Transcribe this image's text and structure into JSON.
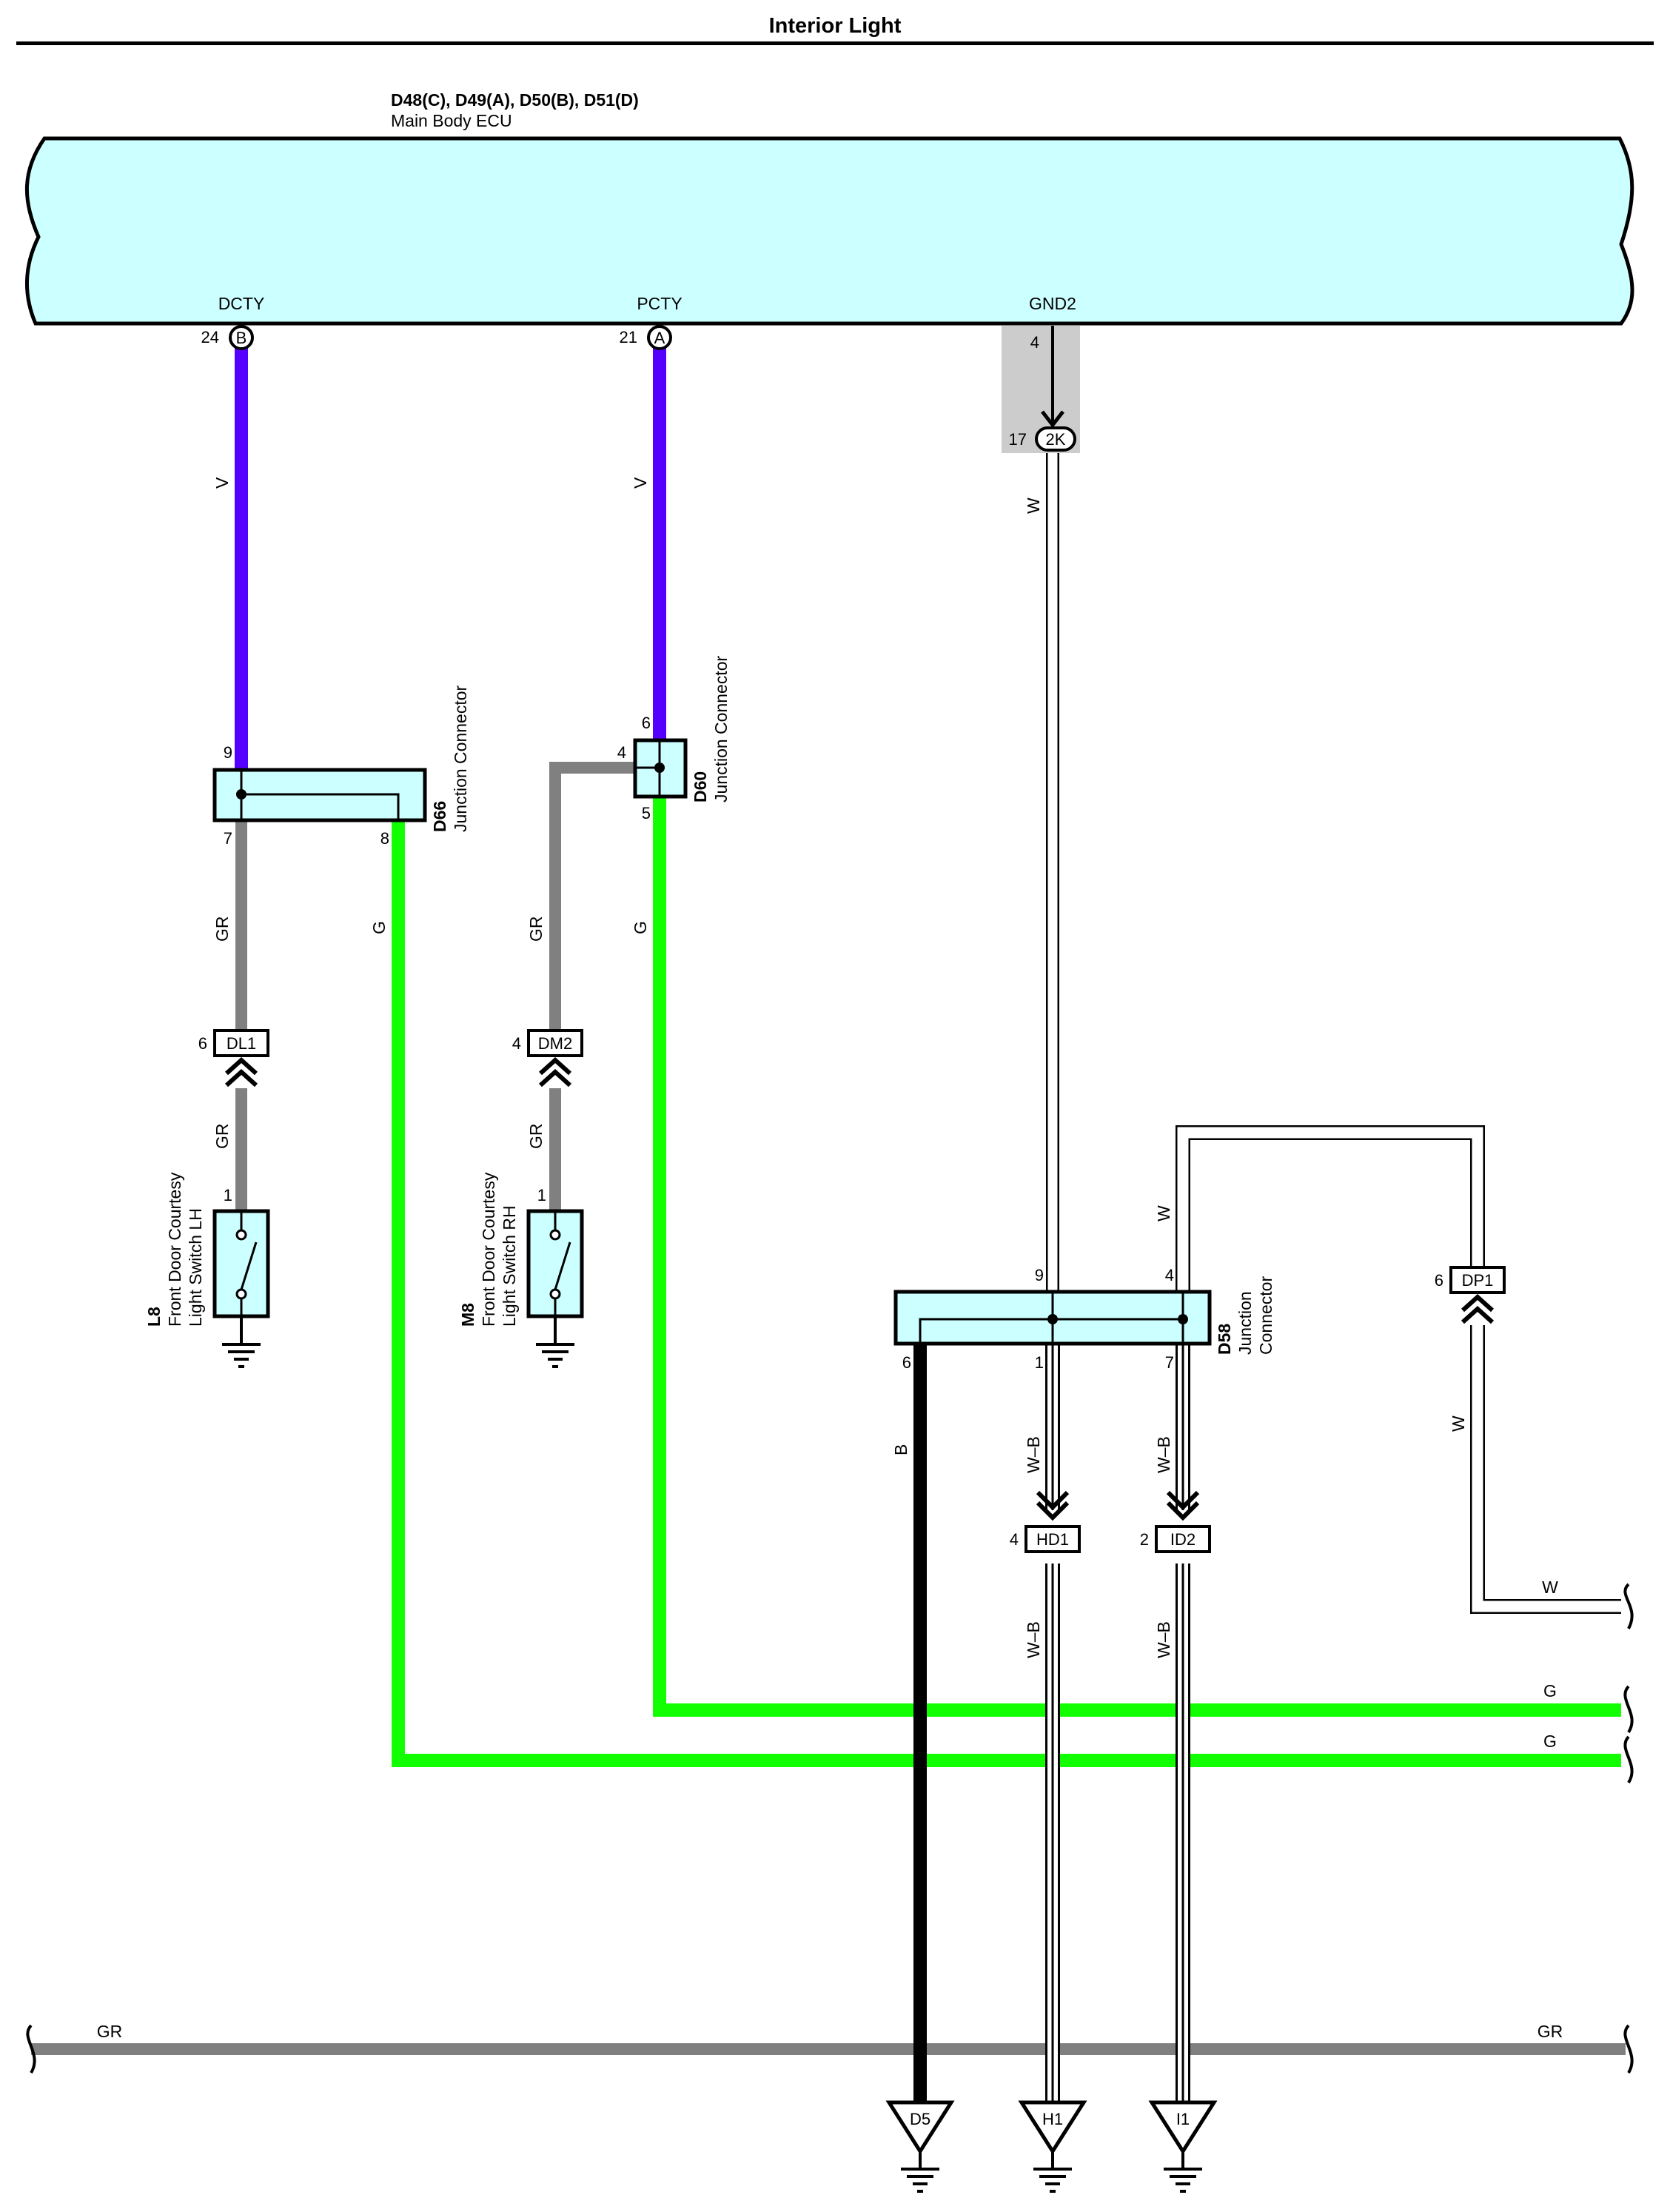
{
  "title": "Interior Light",
  "ecu": {
    "codes": "D48(C), D49(A), D50(B), D51(D)",
    "name": "Main Body ECU",
    "terminals": {
      "dcty": {
        "name": "DCTY",
        "pin": "24",
        "connector": "B"
      },
      "pcty": {
        "name": "PCTY",
        "pin": "21",
        "connector": "A"
      },
      "gnd2": {
        "name": "GND2",
        "pin": "4",
        "splice_pin": "17",
        "splice_label": "2K"
      }
    }
  },
  "junctions": {
    "d66": {
      "code": "D66",
      "name": "Junction Connector",
      "pins": {
        "in": "9",
        "a": "7",
        "b": "8"
      }
    },
    "d60": {
      "code": "D60",
      "name": "Junction Connector",
      "pins": {
        "in": "6",
        "a": "4",
        "b": "5"
      }
    },
    "d58": {
      "code": "D58",
      "name": "Junction",
      "name2": "Connector",
      "pins": {
        "in_w": "9",
        "in_4": "4",
        "out_6": "6",
        "out_1": "1",
        "out_7": "7"
      }
    }
  },
  "connectors": {
    "dl1": {
      "label": "DL1",
      "pin": "6"
    },
    "dm2": {
      "label": "DM2",
      "pin": "4"
    },
    "hd1": {
      "label": "HD1",
      "pin": "4"
    },
    "id2": {
      "label": "ID2",
      "pin": "2"
    },
    "dp1": {
      "label": "DP1",
      "pin": "6"
    }
  },
  "switches": {
    "l8": {
      "code": "L8",
      "line1": "Front Door Courtesy",
      "line2": "Light Switch LH",
      "pin": "1"
    },
    "m8": {
      "code": "M8",
      "line1": "Front Door Courtesy",
      "line2": "Light Switch RH",
      "pin": "1"
    }
  },
  "grounds": {
    "d5": "D5",
    "h1": "H1",
    "i1": "I1"
  },
  "wire_labels": {
    "v": "V",
    "gr": "GR",
    "g": "G",
    "w": "W",
    "b": "B",
    "wb": "W–B"
  },
  "colors": {
    "violet": "#5500ff",
    "green": "#11ff00",
    "gray": "#808080",
    "black": "#000000",
    "ecu_fill": "#ccffff",
    "splice_bg": "#cccccc"
  }
}
